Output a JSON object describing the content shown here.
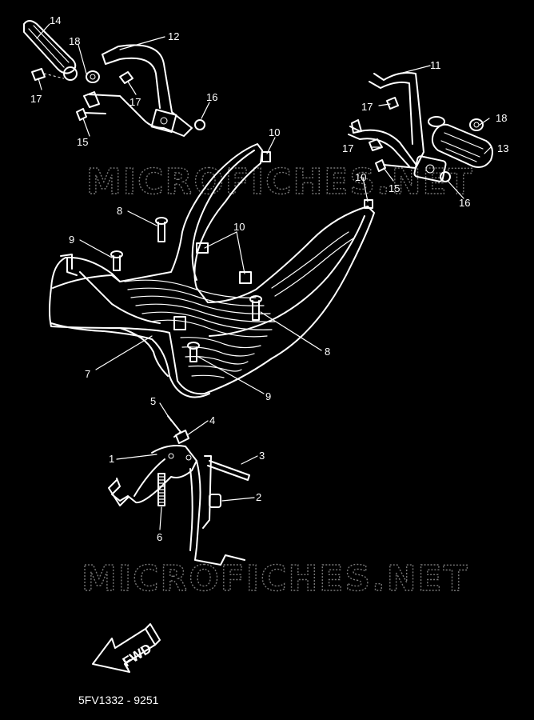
{
  "watermark": "MICROFICHES.NET",
  "diagram_code": "5FV1332 - 9251",
  "direction_label": "FWD",
  "callouts": [
    "14",
    "18",
    "12",
    "17",
    "17",
    "16",
    "15",
    "11",
    "17",
    "18",
    "17",
    "13",
    "15",
    "10",
    "16",
    "10",
    "8",
    "10",
    "9",
    "8",
    "7",
    "9",
    "5",
    "4",
    "1",
    "3",
    "2",
    "6"
  ]
}
